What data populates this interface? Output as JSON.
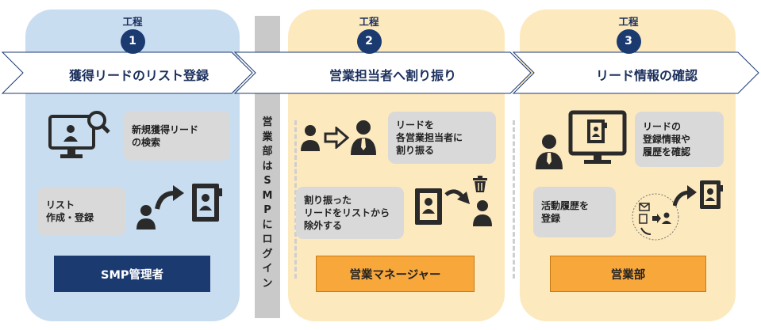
{
  "middle": {
    "text": "営\n業\n部\nは\nS\nM\nP\nに\nロ\nグ\nイ\nン"
  },
  "steps": [
    {
      "label": "工程",
      "number": "1",
      "title": "獲得リードのリスト登録",
      "bubbles": [
        "新規獲得リード\nの検索",
        "リスト\n作成・登録"
      ],
      "role": "SMP管理者"
    },
    {
      "label": "工程",
      "number": "2",
      "title": "営業担当者へ割り振り",
      "bubbles": [
        "リードを\n各営業担当者に\n割り振る",
        "割り振った\nリードをリストから\n除外する"
      ],
      "role": "営業マネージャー"
    },
    {
      "label": "工程",
      "number": "3",
      "title": "リード情報の確認",
      "bubbles": [
        "リードの\n登録情報や\n履歴を確認",
        "活動履歴を\n登録"
      ],
      "role": "営業部"
    }
  ],
  "colors": {
    "navy": "#1b3a70",
    "light_blue": "#c9ddf1",
    "light_orange": "#fde9be",
    "orange": "#f8a73b",
    "gray": "#d9d9d9"
  },
  "icons": [
    "monitor-search-icon",
    "contact-book-icon",
    "person-icon",
    "curved-arrow-icon",
    "right-arrow-icon",
    "businessman-icon",
    "trash-icon",
    "monitor-contact-icon",
    "activity-circle-icon"
  ]
}
